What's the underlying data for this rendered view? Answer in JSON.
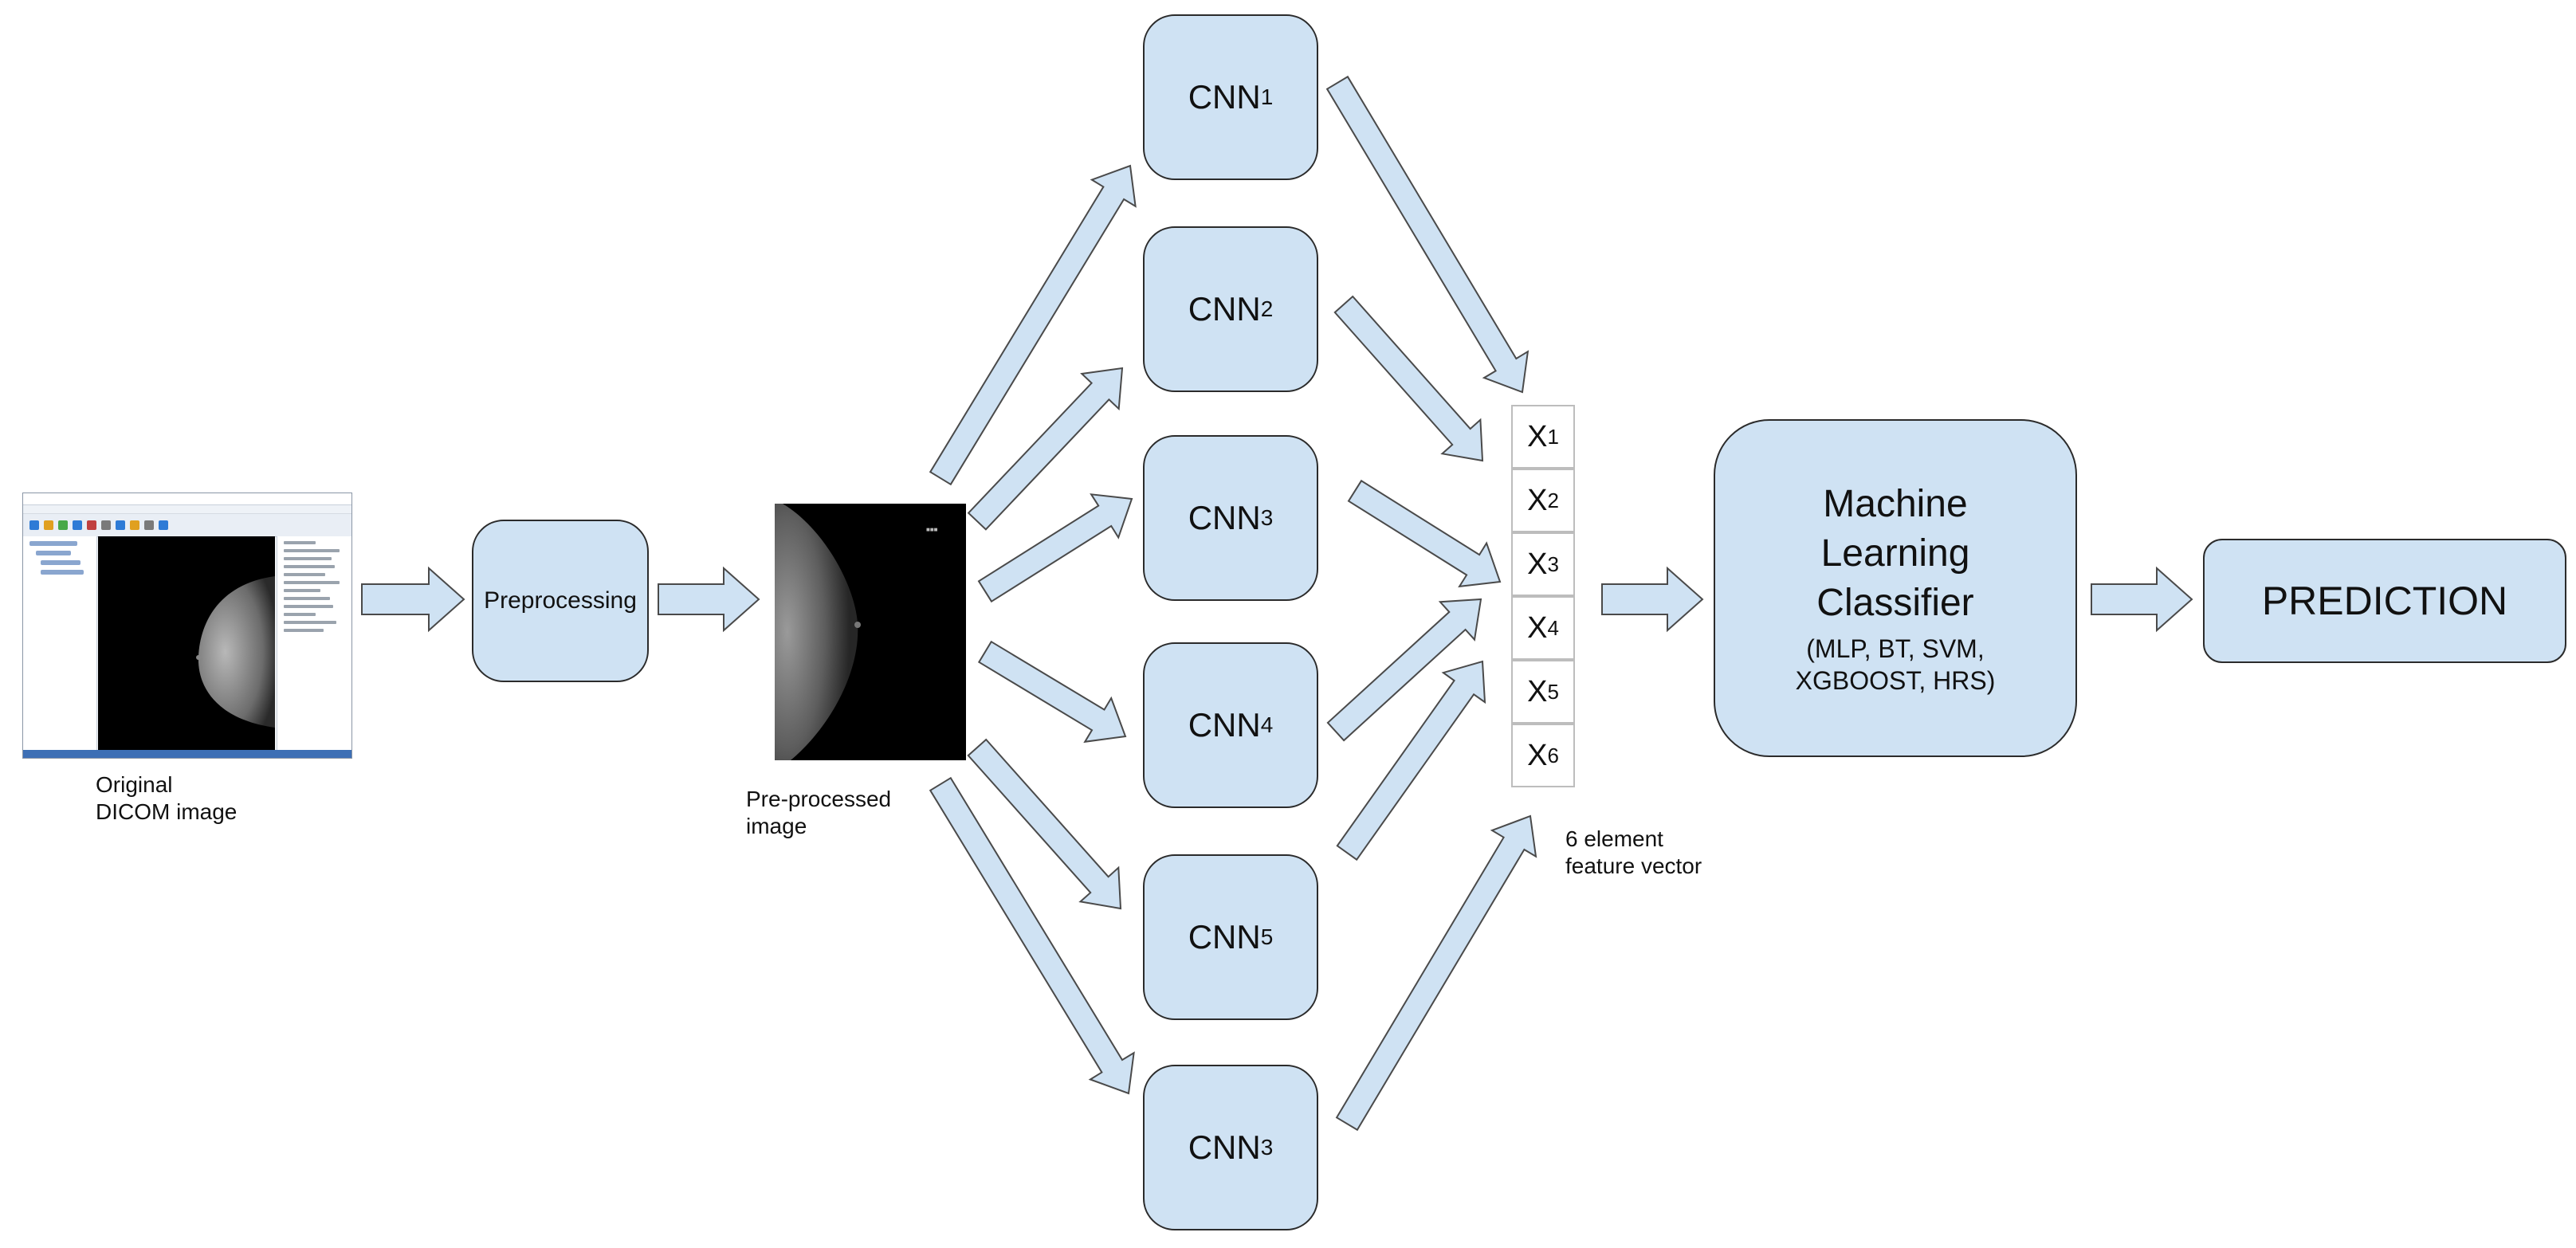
{
  "nodes": {
    "preprocessing": "Preprocessing",
    "cnns": [
      {
        "name": "CNN",
        "sub": "1"
      },
      {
        "name": "CNN",
        "sub": "2"
      },
      {
        "name": "CNN",
        "sub": "3"
      },
      {
        "name": "CNN",
        "sub": "4"
      },
      {
        "name": "CNN",
        "sub": "5"
      },
      {
        "name": "CNN",
        "sub": "3"
      }
    ],
    "classifier": {
      "line1": "Machine",
      "line2": "Learning",
      "line3": "Classifier",
      "sub1": "(MLP, BT, SVM,",
      "sub2": "XGBOOST, HRS)"
    },
    "prediction": "PREDICTION"
  },
  "feature_vector": [
    {
      "name": "X",
      "sub": "1"
    },
    {
      "name": "X",
      "sub": "2"
    },
    {
      "name": "X",
      "sub": "3"
    },
    {
      "name": "X",
      "sub": "4"
    },
    {
      "name": "X",
      "sub": "5"
    },
    {
      "name": "X",
      "sub": "6"
    }
  ],
  "labels": {
    "original_1": "Original",
    "original_2": "DICOM image",
    "preprocessed_1": "Pre-processed",
    "preprocessed_2": "image",
    "feature_1": "6 element",
    "feature_2": "feature vector"
  },
  "colors": {
    "node_fill": "#cfe2f3",
    "node_stroke": "#2b2b2b",
    "arrow_fill": "#cfe2f3",
    "arrow_stroke": "#4a4a4a"
  }
}
